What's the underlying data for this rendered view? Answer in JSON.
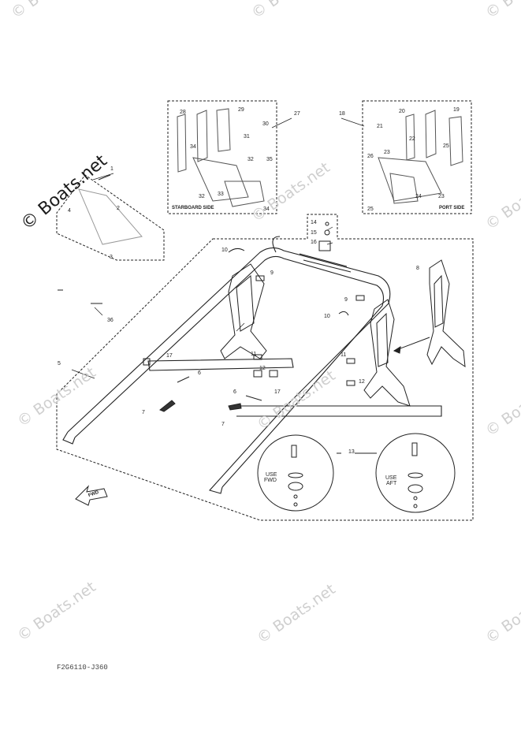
{
  "watermark_text": "© Boats.net",
  "side_labels": {
    "starboard": "STARBOARD SIDE",
    "port": "PORT SIDE"
  },
  "use_fwd": [
    "USE",
    "FWD"
  ],
  "use_aft": [
    "USE",
    "AFT"
  ],
  "fwd_arrow_label": "FWD",
  "drawing_code": "F2G6110-J360",
  "callouts": {
    "c1": "1",
    "c2": "2",
    "c3": "3",
    "c4": "4",
    "c5": "5",
    "c6a": "6",
    "c6b": "6",
    "c7a": "7",
    "c7b": "7",
    "c8": "8",
    "c9a": "9",
    "c9b": "9",
    "c10a": "10",
    "c10b": "10",
    "c11a": "11",
    "c11b": "11",
    "c12a": "12",
    "c12b": "12",
    "c13": "13",
    "c14": "14",
    "c15": "15",
    "c16": "16",
    "c17a": "17",
    "c17b": "17",
    "c18": "18",
    "c19": "19",
    "c20": "20",
    "c21": "21",
    "c22": "22",
    "c23a": "23",
    "c23b": "23",
    "c24": "24",
    "c25a": "25",
    "c25b": "25",
    "c26": "26",
    "c27": "27",
    "c28": "28",
    "c29": "29",
    "c30": "30",
    "c31": "31",
    "c32a": "32",
    "c32b": "32",
    "c33": "33",
    "c34a": "34",
    "c34b": "34",
    "c35": "35",
    "c36": "36"
  }
}
